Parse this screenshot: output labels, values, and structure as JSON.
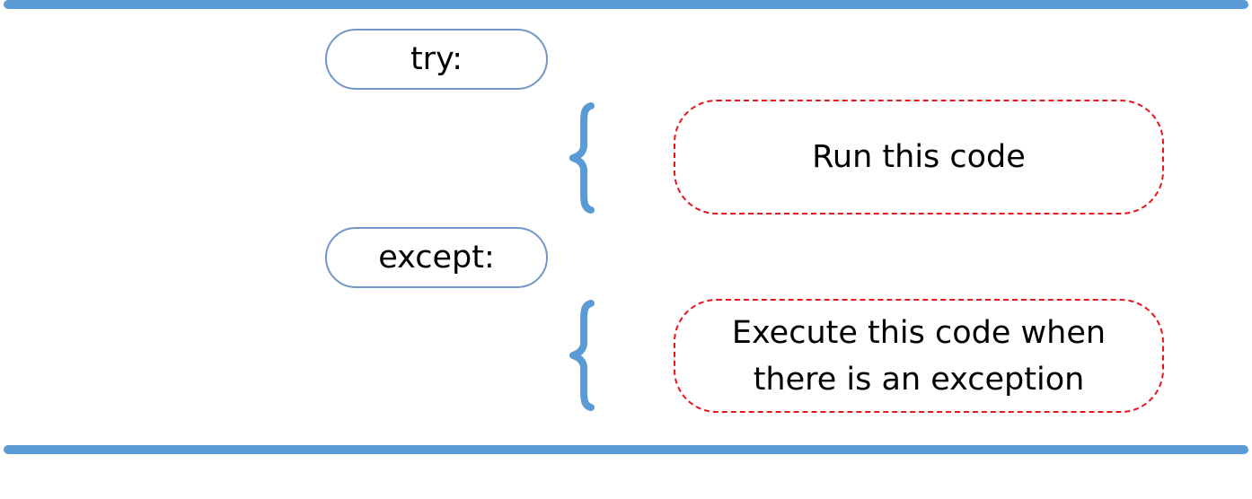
{
  "diagram": {
    "accent_color": "#5b9bd5",
    "keyword_border_color": "#7197c9",
    "action_border_color": "#e8151b",
    "try_label": "try:",
    "except_label": "except:",
    "try_action": "Run this code",
    "except_action": "Execute this code when there is an exception"
  }
}
